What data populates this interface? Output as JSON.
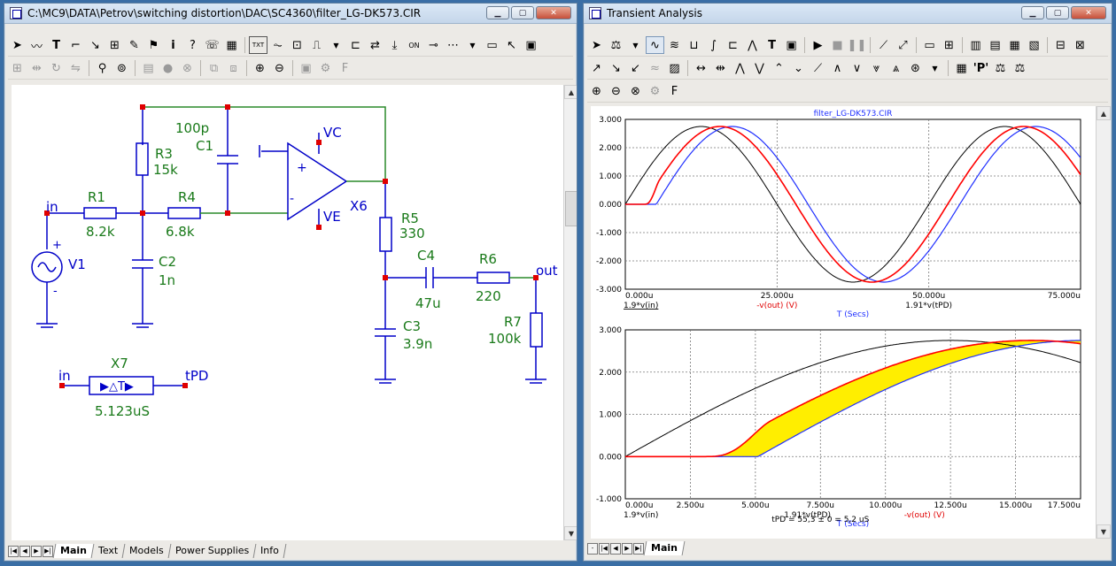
{
  "schematic_window": {
    "title": "C:\\MC9\\DATA\\Petrov\\switching distortion\\DAC\\SC4360\\filter_LG-DK573.CIR",
    "tabs": [
      "Main",
      "Text",
      "Models",
      "Power Supplies",
      "Info"
    ],
    "active_tab": "Main",
    "components": {
      "r1": {
        "name": "R1",
        "value": "8.2k"
      },
      "r3": {
        "name": "R3",
        "value": "15k"
      },
      "r4": {
        "name": "R4",
        "value": "6.8k"
      },
      "c1": {
        "name": "C1",
        "value": "100p"
      },
      "c2": {
        "name": "C2",
        "value": "1n"
      },
      "v1": {
        "name": "V1"
      },
      "x6": {
        "name": "X6"
      },
      "vc": "VC",
      "ve": "VE",
      "r5": {
        "name": "R5",
        "value": "330"
      },
      "c4": {
        "name": "C4",
        "value": "47u"
      },
      "r6": {
        "name": "R6",
        "value": "220"
      },
      "r7": {
        "name": "R7",
        "value": "100k"
      },
      "c3": {
        "name": "C3",
        "value": "3.9n"
      },
      "x7": {
        "name": "X7",
        "value": "5.123uS",
        "symbol": "▶△T▶"
      }
    },
    "nodes": {
      "in": "in",
      "out": "out",
      "in2": "in",
      "tpd": "tPD"
    }
  },
  "analysis_window": {
    "title": "Transient Analysis",
    "tab": "Main",
    "colors": {
      "black": "#000000",
      "blue": "#1f2fff",
      "red": "#ff0000",
      "purple": "#8b2c9b",
      "fill": "#ffee00"
    }
  },
  "chart_data": [
    {
      "type": "line",
      "title": "filter_LG-DK573.CIR",
      "xlabel": "T (Secs)",
      "x_ticks": [
        "0.000u",
        "25.000u",
        "50.000u",
        "75.000u"
      ],
      "y_ticks": [
        "3.000",
        "2.000",
        "1.000",
        "0.000",
        "-1.000",
        "-2.000",
        "-3.000"
      ],
      "xlim": [
        0,
        75
      ],
      "ylim": [
        -3,
        3
      ],
      "grid": true,
      "series": [
        {
          "name": "1.9*v(in)",
          "color": "#000000"
        },
        {
          "name": "-v(out) (V)",
          "color": "#ff0000"
        },
        {
          "name": "1.91*v(tPD)",
          "color": "#1f2fff"
        }
      ]
    },
    {
      "type": "line",
      "title": "",
      "xlabel": "T (Secs)",
      "x_ticks": [
        "0.000u",
        "2.500u",
        "5.000u",
        "7.500u",
        "10.000u",
        "12.500u",
        "15.000u",
        "17.500u"
      ],
      "y_ticks": [
        "3.000",
        "2.000",
        "1.000",
        "0.000",
        "-1.000"
      ],
      "xlim": [
        0,
        17.5
      ],
      "ylim": [
        -1,
        3
      ],
      "grid": true,
      "annotation": "tPD = 55,3 ± 0 = 5,2 uS",
      "series": [
        {
          "name": "1.9*v(in)",
          "color": "#000000"
        },
        {
          "name": "-v(out) (V)",
          "color": "#ff0000"
        },
        {
          "name": "1.91*v(tPD)",
          "color": "#1f2fff"
        }
      ]
    }
  ]
}
